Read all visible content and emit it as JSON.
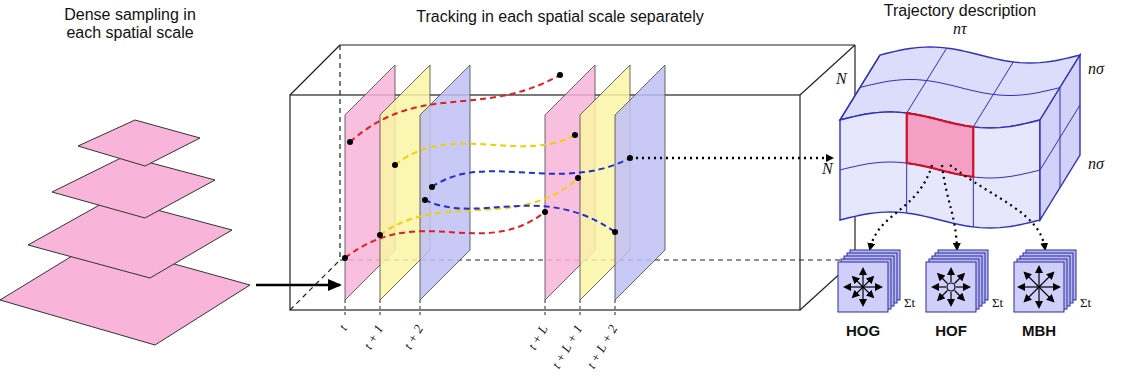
{
  "diagram": {
    "labels": [
      "Dense sampling in each spatial scale",
      "Tracking in each spatial scale separately",
      "Trajectory description",
      "t",
      "t + 1",
      "t + 2",
      "t + L",
      "t + L + 1",
      "t + L + 2",
      "N",
      "N",
      "nτ",
      "nσ",
      "nσ",
      "HOG",
      "HOF",
      "MBH",
      "Σt",
      "Σt",
      "Σt"
    ]
  }
}
